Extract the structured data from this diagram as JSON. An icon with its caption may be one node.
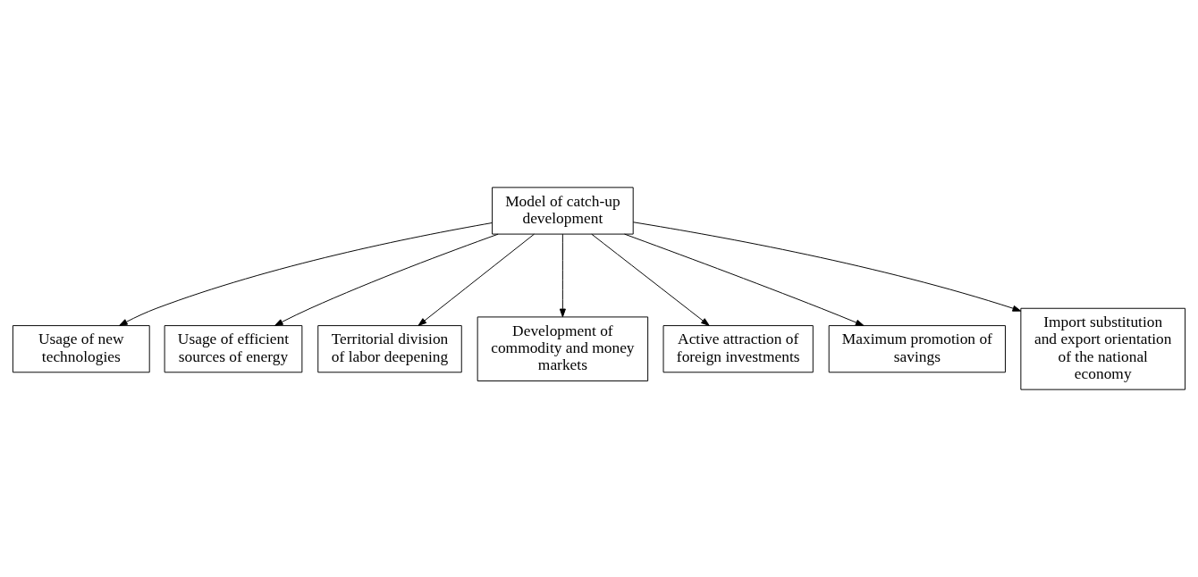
{
  "diagram": {
    "nodes": [
      {
        "text": [
          "Model of catch-up development"
        ]
      },
      {
        "text": [
          "Usage of new technologies"
        ]
      },
      {
        "text": [
          "Usage of efficient sources of energy"
        ]
      },
      {
        "text": [
          "Territorial division of labor deepening"
        ]
      },
      {
        "text": [
          "Development of commodity and money markets"
        ]
      },
      {
        "text": [
          "Active attraction of foreign investments"
        ]
      },
      {
        "text": [
          "Maximum promotion of savings"
        ]
      },
      {
        "text": [
          "Import substitution and export orientation of the national economy"
        ]
      }
    ],
    "edges": [
      {
        "from": 0,
        "to": 1,
        "arrow": "to"
      },
      {
        "from": 0,
        "to": 2,
        "arrow": "to"
      },
      {
        "from": 0,
        "to": 3,
        "arrow": "to"
      },
      {
        "from": 0,
        "to": 4,
        "arrow": "to"
      },
      {
        "from": 0,
        "to": 5,
        "arrow": "to"
      },
      {
        "from": 0,
        "to": 6,
        "arrow": "to"
      },
      {
        "from": 0,
        "to": 7,
        "arrow": "to"
      }
    ]
  }
}
